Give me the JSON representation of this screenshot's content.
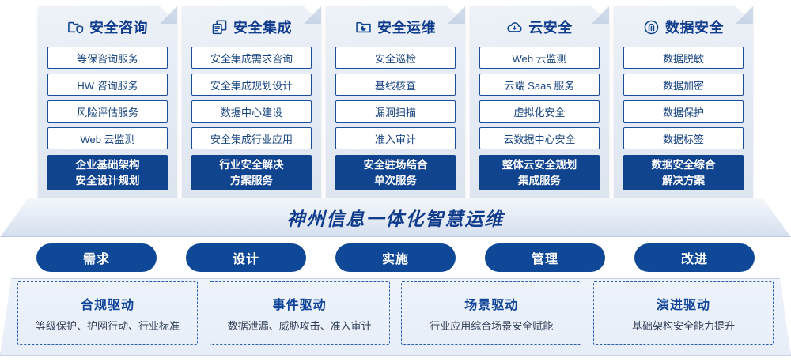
{
  "columns": [
    {
      "icon": "folder-shield-icon",
      "title": "安全咨询",
      "items": [
        "等保咨询服务",
        "HW 咨询服务",
        "风险评估服务",
        "Web 云监测"
      ],
      "footer": [
        "企业基础架构",
        "安全设计规划"
      ]
    },
    {
      "icon": "documents-icon",
      "title": "安全集成",
      "items": [
        "安全集成需求咨询",
        "安全集成规划设计",
        "数据中心建设",
        "安全集成行业应用"
      ],
      "footer": [
        "行业安全解决",
        "方案服务"
      ]
    },
    {
      "icon": "folder-chart-icon",
      "title": "安全运维",
      "items": [
        "安全巡检",
        "基线核查",
        "漏洞扫描",
        "准入审计"
      ],
      "footer": [
        "安全驻场结合",
        "单次服务"
      ]
    },
    {
      "icon": "cloud-icon",
      "title": "云安全",
      "items": [
        "Web 云监测",
        "云端 Saas 服务",
        "虚拟化安全",
        "云数据中心安全"
      ],
      "footer": [
        "整体云安全规划",
        "集成服务"
      ]
    },
    {
      "icon": "fingerprint-icon",
      "title": "数据安全",
      "items": [
        "数据脱敏",
        "数据加密",
        "数据保护",
        "数据标签"
      ],
      "footer": [
        "数据安全综合",
        "解决方案"
      ]
    }
  ],
  "banner": {
    "text": "神州信息一体化智慧运维"
  },
  "pills": [
    {
      "label": "需求"
    },
    {
      "label": "设计"
    },
    {
      "label": "实施"
    },
    {
      "label": "管理"
    },
    {
      "label": "改进"
    }
  ],
  "drivers": [
    {
      "title": "合规驱动",
      "desc": "等级保护、护网行动、行业标准"
    },
    {
      "title": "事件驱动",
      "desc": "数据泄漏、威胁攻击、准入审计"
    },
    {
      "title": "场景驱动",
      "desc": "行业应用综合场景安全赋能"
    },
    {
      "title": "演进驱动",
      "desc": "基础架构安全能力提升"
    }
  ],
  "colors": {
    "brand_blue": "#11448f",
    "pill_blue": "#0f4897",
    "item_border": "#1a4f9c",
    "title_blue": "#123d8c",
    "dashed_border": "#2a5dad"
  }
}
